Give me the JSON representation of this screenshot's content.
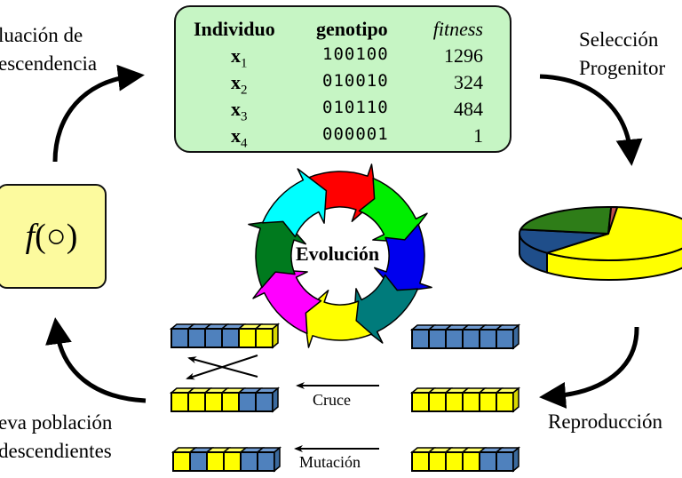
{
  "labels": {
    "evaluation": [
      "luación de",
      "escendencia"
    ],
    "selection": [
      "Selección",
      "Progenitor"
    ],
    "new_population": [
      "eva población",
      "descendientes"
    ],
    "reproduction": "Reproducción",
    "evolution": "Evolución",
    "crossover": "Cruce",
    "mutation": "Mutación"
  },
  "fitness_function": {
    "f": "f",
    "arg": "(○)"
  },
  "table": {
    "headers": {
      "individual": "Individuo",
      "genotype": "genotipo",
      "fitness": "fitness"
    },
    "rows": [
      {
        "x": "x",
        "sub": "1",
        "genotype": "100100",
        "fitness": "1296"
      },
      {
        "x": "x",
        "sub": "2",
        "genotype": "010010",
        "fitness": "324"
      },
      {
        "x": "x",
        "sub": "3",
        "genotype": "010110",
        "fitness": "484"
      },
      {
        "x": "x",
        "sub": "4",
        "genotype": "000001",
        "fitness": "1"
      }
    ]
  },
  "pie_chart": {
    "slices": [
      {
        "name": "x1",
        "value": 1296,
        "color": "#ffff00"
      },
      {
        "name": "x2",
        "value": 324,
        "color": "#1f4e8a"
      },
      {
        "name": "x3",
        "value": 484,
        "color": "#2e7d18"
      },
      {
        "name": "x4",
        "value": 1,
        "color": "#c0504d"
      }
    ]
  },
  "cycle_colors": [
    "#ff0000",
    "#00ee00",
    "#0000ee",
    "#007b7b",
    "#ffff00",
    "#ff00ff",
    "#007a1e",
    "#00ffff"
  ],
  "chromosomes": {
    "colors": {
      "Y": "#ffff00",
      "B": "#4f81bd"
    },
    "parents": [
      "BBBBBB",
      "YYYYYY",
      "YYYYBB"
    ],
    "offspring": [
      "BBBBYY",
      "YYYYBB",
      "YBYYBB"
    ]
  }
}
